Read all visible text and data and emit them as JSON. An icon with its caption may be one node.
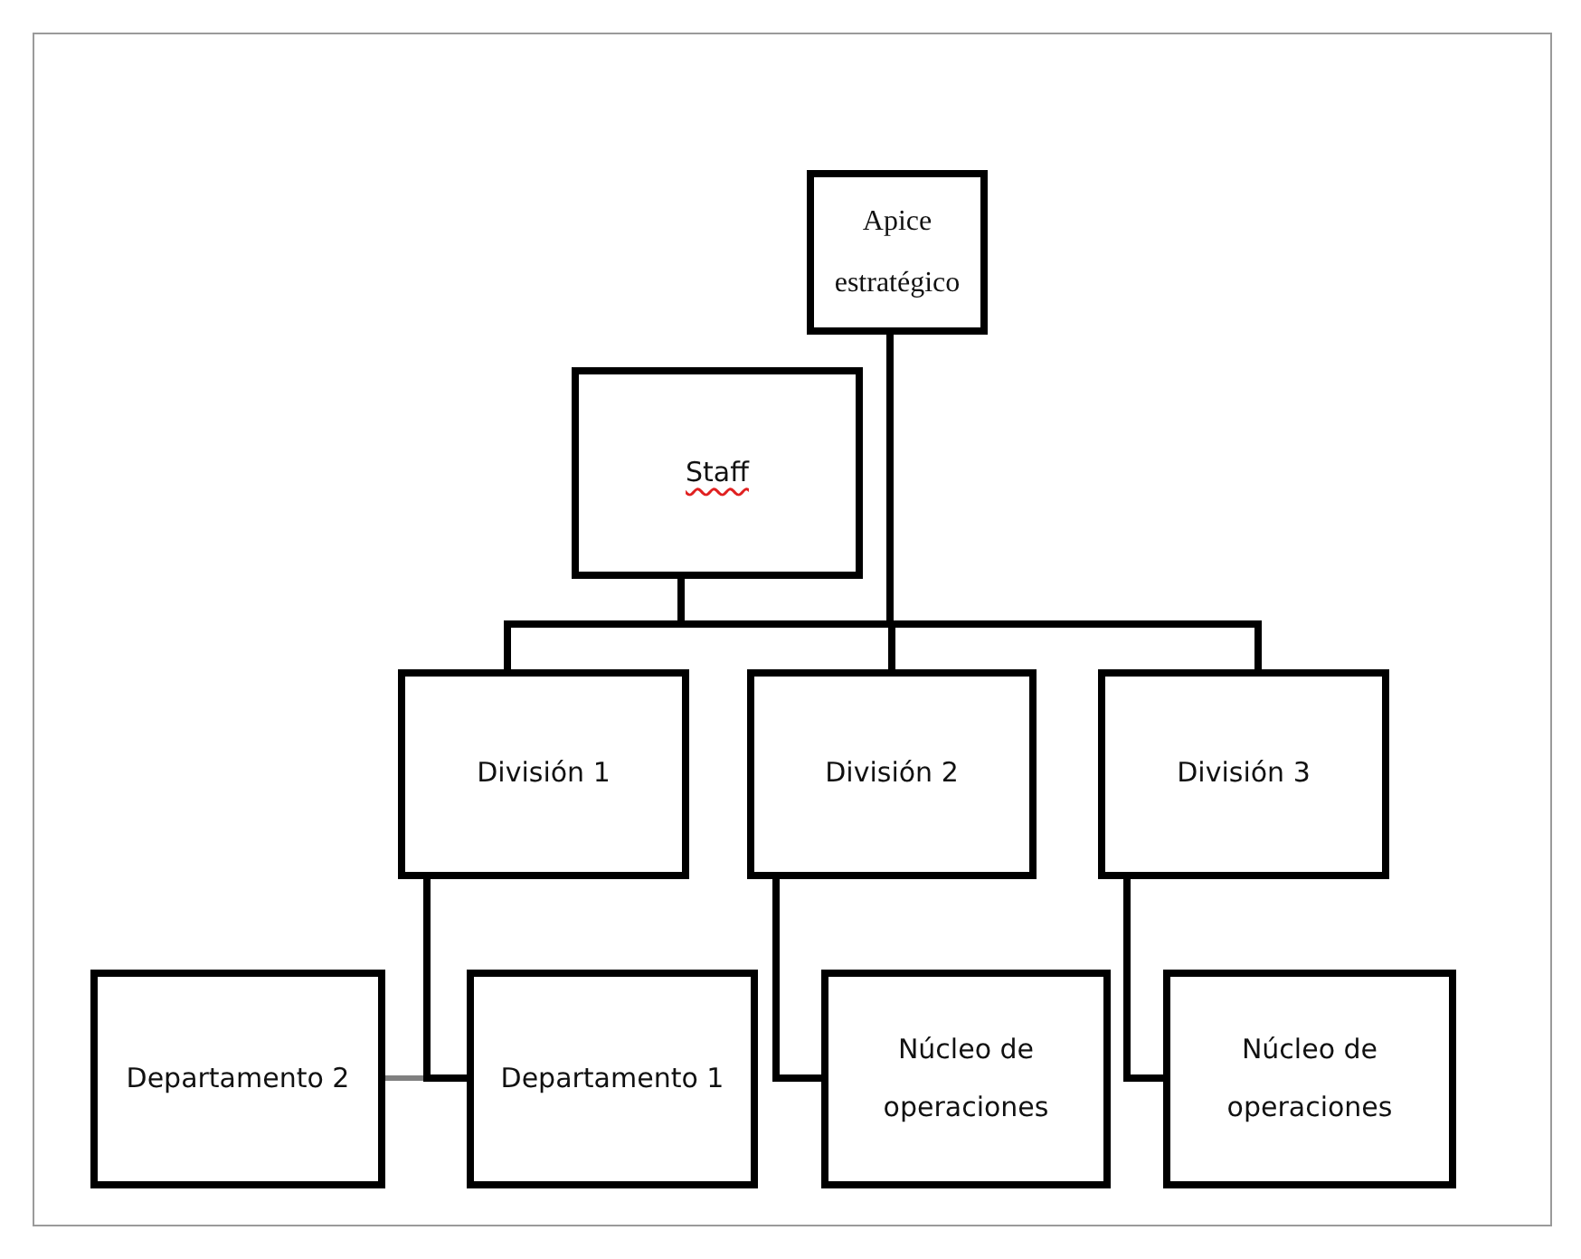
{
  "diagram": {
    "nodes": [
      {
        "text": [
          "Apice estratégico"
        ]
      },
      {
        "text": [
          "Staff"
        ]
      },
      {
        "text": [
          "División 1"
        ]
      },
      {
        "text": [
          "División 2"
        ]
      },
      {
        "text": [
          "División 3"
        ]
      },
      {
        "text": [
          "Departamento 2"
        ]
      },
      {
        "text": [
          "Departamento 1"
        ]
      },
      {
        "text": [
          "Núcleo de operaciones"
        ]
      },
      {
        "text": [
          "Núcleo de operaciones"
        ]
      }
    ],
    "edges": [
      {
        "from": 0,
        "to": 1,
        "arrow": "none"
      },
      {
        "from": 0,
        "to": 2,
        "arrow": "none"
      },
      {
        "from": 0,
        "to": 3,
        "arrow": "none"
      },
      {
        "from": 0,
        "to": 4,
        "arrow": "none"
      },
      {
        "from": 2,
        "to": 5,
        "arrow": "none",
        "color": "#808080"
      },
      {
        "from": 2,
        "to": 6,
        "arrow": "none"
      },
      {
        "from": 3,
        "to": 7,
        "arrow": "none"
      },
      {
        "from": 4,
        "to": 8,
        "arrow": "none"
      }
    ]
  }
}
